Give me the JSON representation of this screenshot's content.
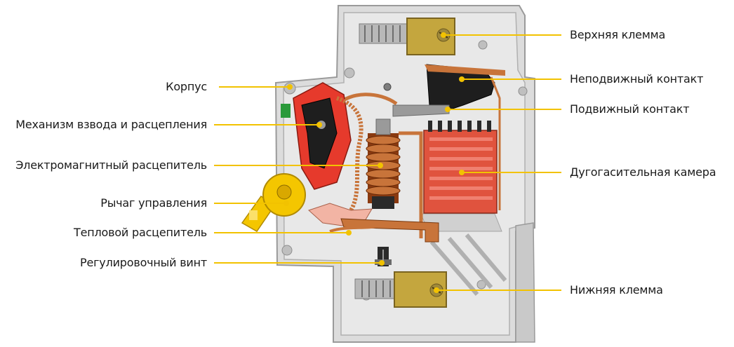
{
  "callouts_left": [
    {
      "id": "korpus",
      "text": "Корпус"
    },
    {
      "id": "mechanism",
      "text": "Механизм взвода и расцепления"
    },
    {
      "id": "em-release",
      "text": "Электромагнитный расцепитель"
    },
    {
      "id": "lever",
      "text": "Рычаг управления"
    },
    {
      "id": "thermal",
      "text": "Тепловой расцепитель"
    },
    {
      "id": "screw",
      "text": "Регулировочный винт"
    }
  ],
  "callouts_right": [
    {
      "id": "top-terminal",
      "text": "Верхняя клемма"
    },
    {
      "id": "fixed-contact",
      "text": "Неподвижный контакт"
    },
    {
      "id": "moving-contact",
      "text": "Подвижный контакт"
    },
    {
      "id": "arc-chamber",
      "text": "Дугогасительная камера"
    },
    {
      "id": "bottom-terminal",
      "text": "Нижняя клемма"
    }
  ],
  "colors": {
    "leader": "#f2c200",
    "text": "#1a1a1a",
    "housing": "#d9d9d9",
    "housing_shadow": "#b5b5b5",
    "red_part": "#e63a2c",
    "yellow_part": "#f4c600",
    "copper": "#c8743a",
    "arc_chamber": "#e0533e",
    "brass": "#b89a3a"
  }
}
